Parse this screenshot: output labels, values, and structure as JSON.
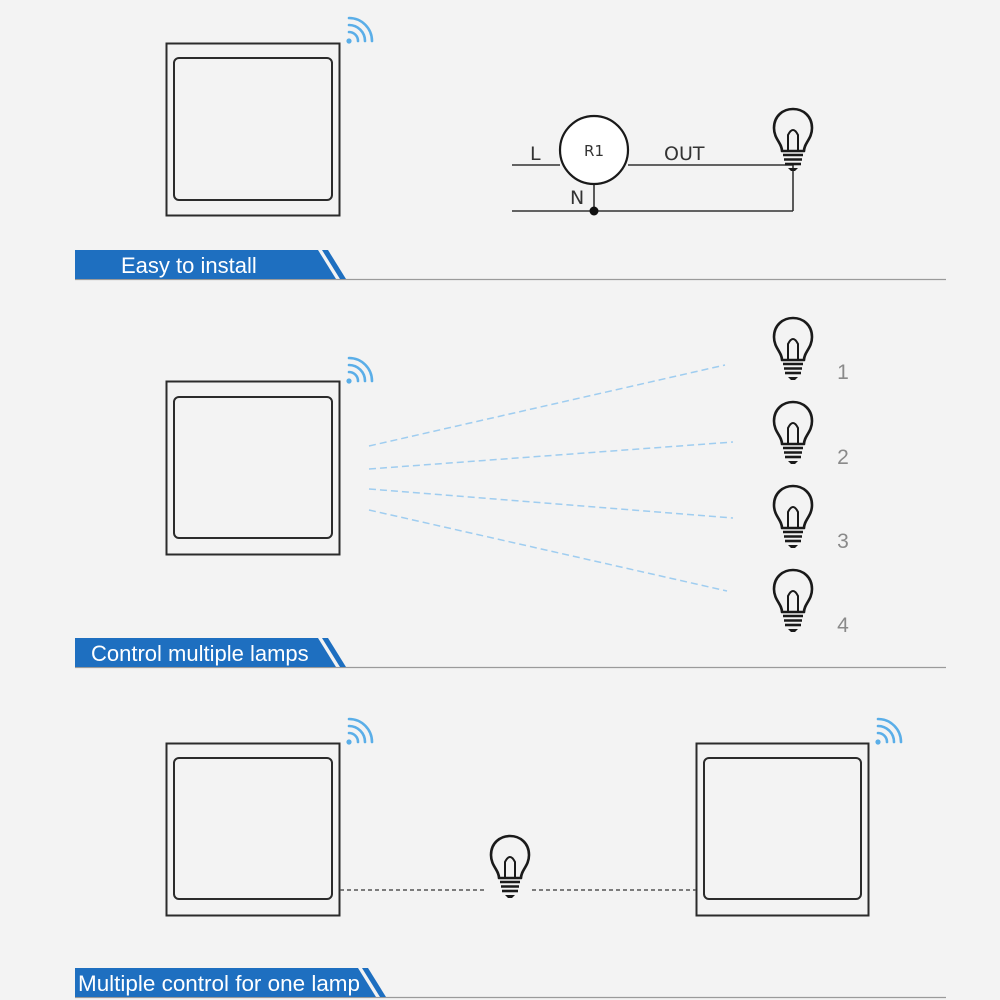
{
  "colors": {
    "background": "#f3f3f3",
    "banner": "#1e6fc0",
    "banner_rule": "#9a9a9a",
    "switch_frame": "#2b2b2b",
    "wire": "#333333",
    "signal_line": "#9fcdf0",
    "wifi": "#5aaee8",
    "lamp_number": "#8a8a8a"
  },
  "icons": {
    "wireless": "wifi-signal-icon",
    "lamp": "light-bulb-icon"
  },
  "sections": [
    {
      "banner": "Easy to install",
      "wiring": {
        "relay": "R1",
        "live": "L",
        "neutral": "N",
        "output": "OUT"
      }
    },
    {
      "banner": "Control multiple lamps",
      "lamps": [
        "1",
        "2",
        "3",
        "4"
      ]
    },
    {
      "banner": "Multiple control for one lamp"
    }
  ]
}
